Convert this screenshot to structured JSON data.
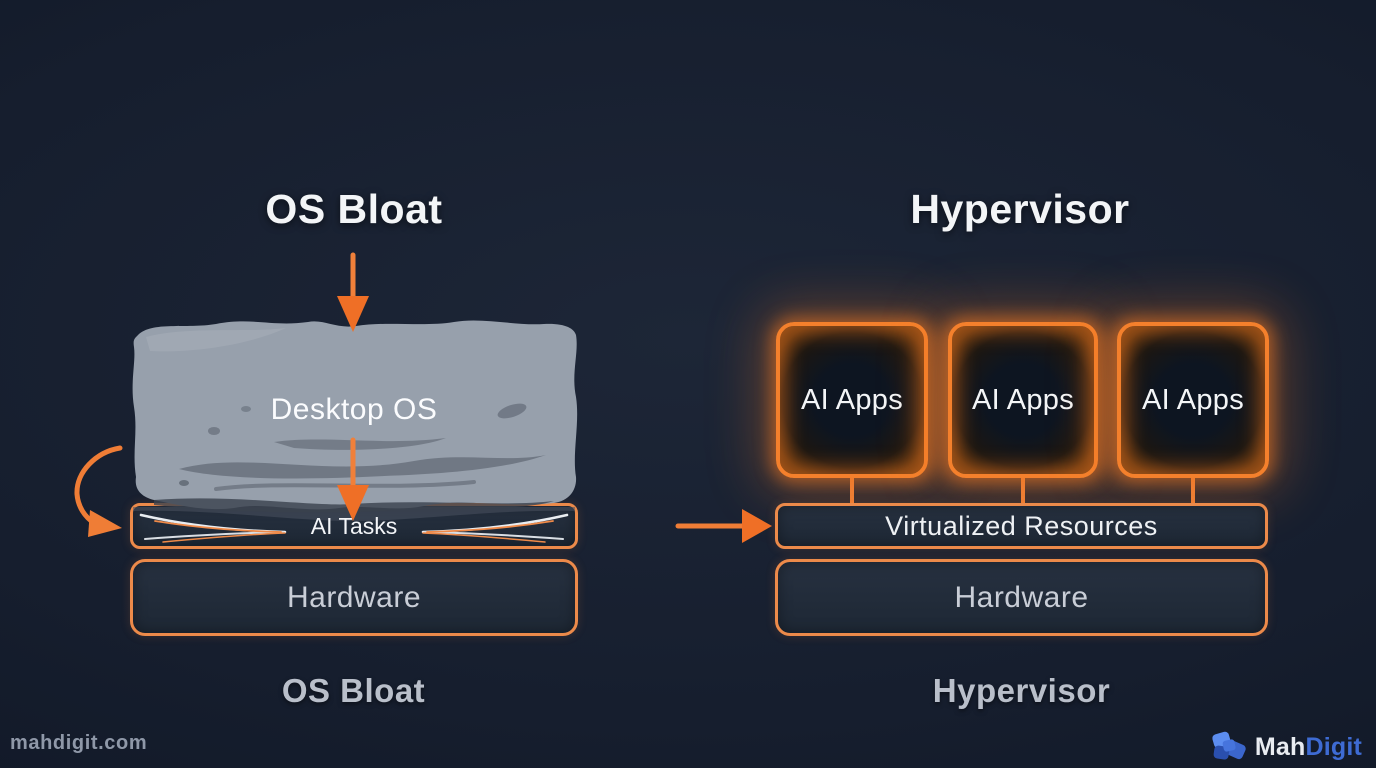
{
  "left": {
    "title": "OS Bloat",
    "blob_label": "Desktop OS",
    "tasks_label": "AI Tasks",
    "hardware_label": "Hardware",
    "caption": "OS Bloat"
  },
  "right": {
    "title": "Hypervisor",
    "apps": [
      "AI Apps",
      "AI Apps",
      "AI Apps"
    ],
    "virtualized_label": "Virtualized Resources",
    "hardware_label": "Hardware",
    "caption": "Hypervisor"
  },
  "footer": {
    "watermark": "mahdigit.com",
    "brand_prefix": "Mah",
    "brand_suffix": "Digit"
  },
  "colors": {
    "background": "#161e2e",
    "accent_orange": "#f0772e",
    "box_border_orange": "#ec8a4a",
    "box_fill": "#232d3b",
    "blob_gray": "#97a0ac",
    "blob_streak_gray": "#6b7380",
    "title_white": "#f3f5f7",
    "caption_gray": "#b9bfca",
    "brand_blue": "#3e6bd3"
  }
}
